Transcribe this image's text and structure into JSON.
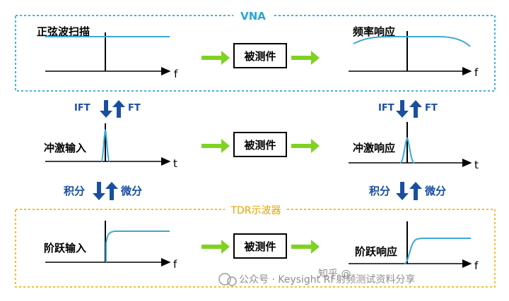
{
  "vna_label": "VNA",
  "tdr_label": "TDR示波器",
  "dut_label": "被测件",
  "rows": {
    "sine": {
      "input_label": "正弦波扫描",
      "output_label": "频率响应",
      "axis": "f"
    },
    "impulse": {
      "input_label": "冲激输入",
      "output_label": "冲激响应",
      "axis": "t"
    },
    "step": {
      "input_label": "阶跃输入",
      "output_label": "阶跃响应",
      "axis": "f"
    }
  },
  "transforms_top": {
    "down": "IFT",
    "up": "FT"
  },
  "transforms_bottom": {
    "down": "积分",
    "up": "微分"
  },
  "watermark": "公众号 · Keysight RF射频测试资料分享",
  "watermark_secondary": "知乎 @",
  "colors": {
    "vna_border": "#3fb2e4",
    "tdr_border": "#f0c030",
    "curve": "#3aa9d6",
    "arrow_green": "#7ed321",
    "arrow_blue": "#1a4fa0"
  }
}
